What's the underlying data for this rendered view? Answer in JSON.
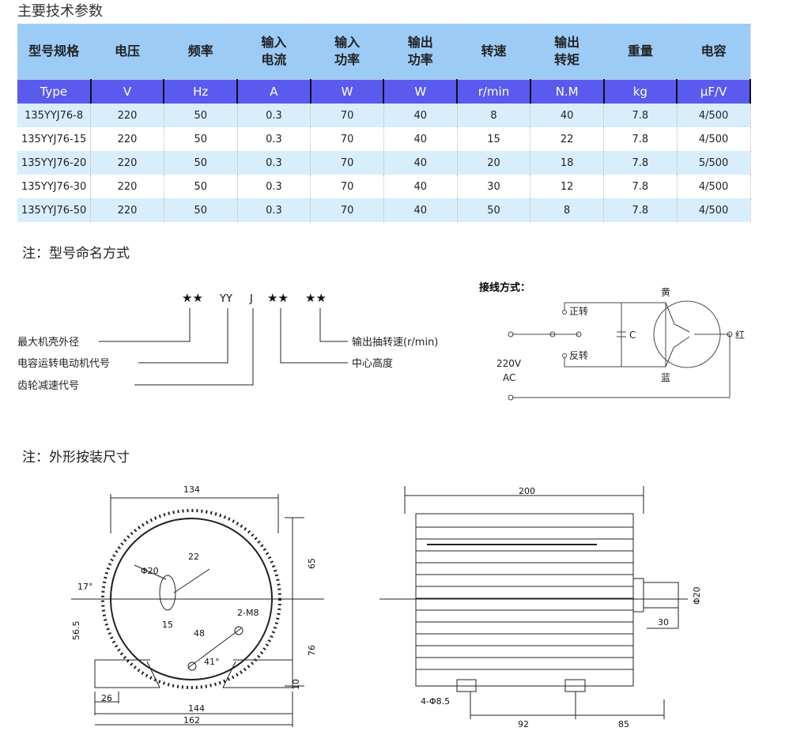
{
  "title": "主要技术参数",
  "table": {
    "headers": [
      "型号规格",
      "电压",
      "频率",
      "输入\n电流",
      "输入\n功率",
      "输出\n功率",
      "转速",
      "输出\n转矩",
      "重量",
      "电容"
    ],
    "units": [
      "Type",
      "V",
      "Hz",
      "A",
      "W",
      "W",
      "r/min",
      "N.M",
      "kg",
      "μF/V"
    ],
    "rows": [
      [
        "135YYJ76-8",
        "220",
        "50",
        "0.3",
        "70",
        "40",
        "8",
        "40",
        "7.8",
        "4/500"
      ],
      [
        "135YYJ76-15",
        "220",
        "50",
        "0.3",
        "70",
        "40",
        "15",
        "22",
        "7.8",
        "4/500"
      ],
      [
        "135YYJ76-20",
        "220",
        "50",
        "0.3",
        "70",
        "40",
        "20",
        "18",
        "7.8",
        "5/500"
      ],
      [
        "135YYJ76-30",
        "220",
        "50",
        "0.3",
        "70",
        "40",
        "30",
        "12",
        "7.8",
        "4/500"
      ],
      [
        "135YYJ76-50",
        "220",
        "50",
        "0.3",
        "70",
        "40",
        "50",
        "8",
        "7.8",
        "4/500"
      ]
    ]
  },
  "naming": {
    "title": "注：型号命名方式",
    "parts": [
      "★★",
      "YY",
      "J",
      "★★",
      "★★"
    ],
    "labels": [
      "最大机壳外径",
      "电容运转电动机代号",
      "齿轮减速代号",
      "输出抽转速(r/min)",
      "中心高度"
    ]
  },
  "wiring": {
    "title": "接线方式：",
    "forward": "正转",
    "reverse": "反转",
    "cap": "C",
    "voltage": "220V",
    "ac": "AC",
    "yellow": "黄",
    "blue": "蓝",
    "red": "红"
  },
  "dims": {
    "title": "注：外形按装尺寸",
    "front": {
      "w134": "134",
      "d20": "Φ20",
      "d22": "22",
      "a17": "17°",
      "d15": "15",
      "m8": "2-M8",
      "d48": "48",
      "a41": "41°",
      "d56": "56.5",
      "d65": "65",
      "d76": "76",
      "d10": "10",
      "d26": "26",
      "d144": "144",
      "d162": "162"
    },
    "side": {
      "w200": "200",
      "d20": "Φ20",
      "d30": "30",
      "holes": "4-Φ8.5",
      "d92": "92",
      "d85": "85"
    }
  }
}
